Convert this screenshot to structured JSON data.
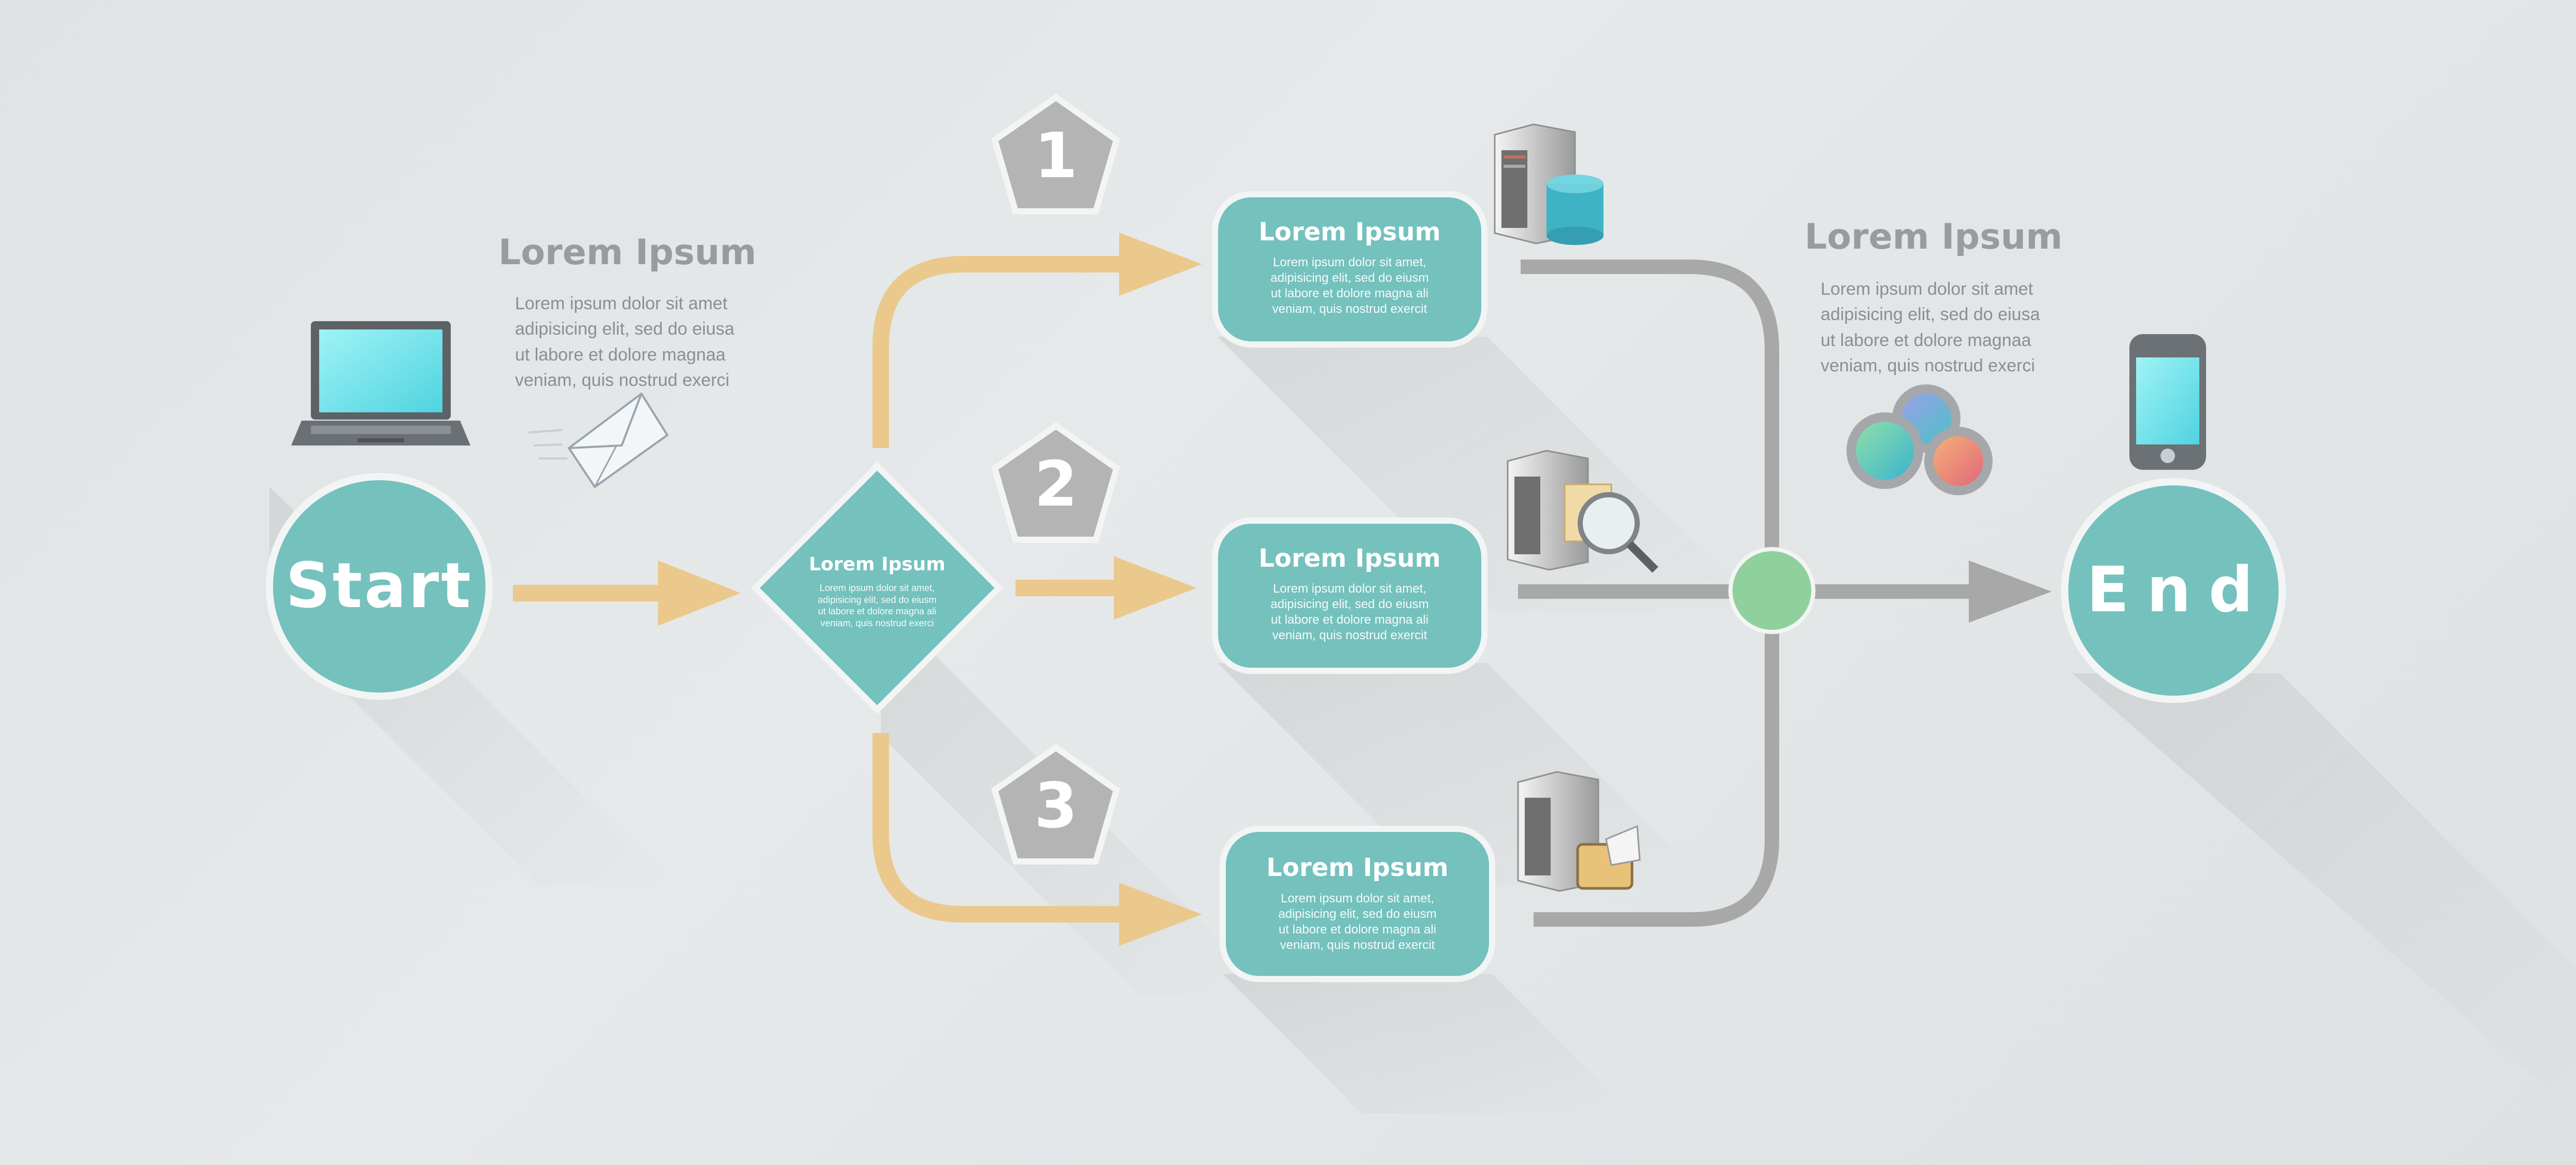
{
  "colors": {
    "teal": "#74c1be",
    "teal_border": "#f2f5f4",
    "orange_arrow": "#ebc88c",
    "gray_connector": "#a8a8a8",
    "green_junction": "#8fd09c",
    "pentagon": "#b4b4b4",
    "heading_gray": "#999b9d"
  },
  "start": {
    "label": "Start"
  },
  "end": {
    "label": "End"
  },
  "left_note": {
    "heading": "Lorem Ipsum",
    "lines": [
      "Lorem ipsum dolor sit amet",
      "adipisicing elit, sed do eiusa",
      "ut labore et dolore magnaa",
      "veniam, quis nostrud exerci"
    ]
  },
  "right_note": {
    "heading": "Lorem Ipsum",
    "lines": [
      "Lorem ipsum dolor sit amet",
      "adipisicing elit, sed do eiusa",
      "ut labore et dolore magnaa",
      "veniam, quis nostrud exerci"
    ]
  },
  "decision": {
    "title": "Lorem Ipsum",
    "lines": [
      "Lorem ipsum dolor sit amet,",
      "adipisicing elit, sed do eiusm",
      "ut labore et dolore magna ali",
      "veniam, quis nostrud exerci"
    ]
  },
  "steps": [
    {
      "number": "1",
      "title": "Lorem Ipsum",
      "lines": [
        "Lorem ipsum dolor sit amet,",
        "adipisicing elit, sed do eiusm",
        "ut labore et dolore magna ali",
        "veniam, quis nostrud exercit"
      ]
    },
    {
      "number": "2",
      "title": "Lorem Ipsum",
      "lines": [
        "Lorem ipsum dolor sit amet,",
        "adipisicing elit, sed do eiusm",
        "ut labore et dolore magna ali",
        "veniam, quis nostrud exercit"
      ]
    },
    {
      "number": "3",
      "title": "Lorem Ipsum",
      "lines": [
        "Lorem ipsum dolor sit amet,",
        "adipisicing elit, sed do eiusm",
        "ut labore et dolore magna ali",
        "veniam, quis nostrud exercit"
      ]
    }
  ],
  "icons": {
    "start": "laptop-icon",
    "left_note": "envelope-icon",
    "step_1": "server-database-icon",
    "step_2": "server-magnifier-icon",
    "step_3": "server-folder-icon",
    "right_note": "gears-icon",
    "end": "smartphone-icon"
  }
}
